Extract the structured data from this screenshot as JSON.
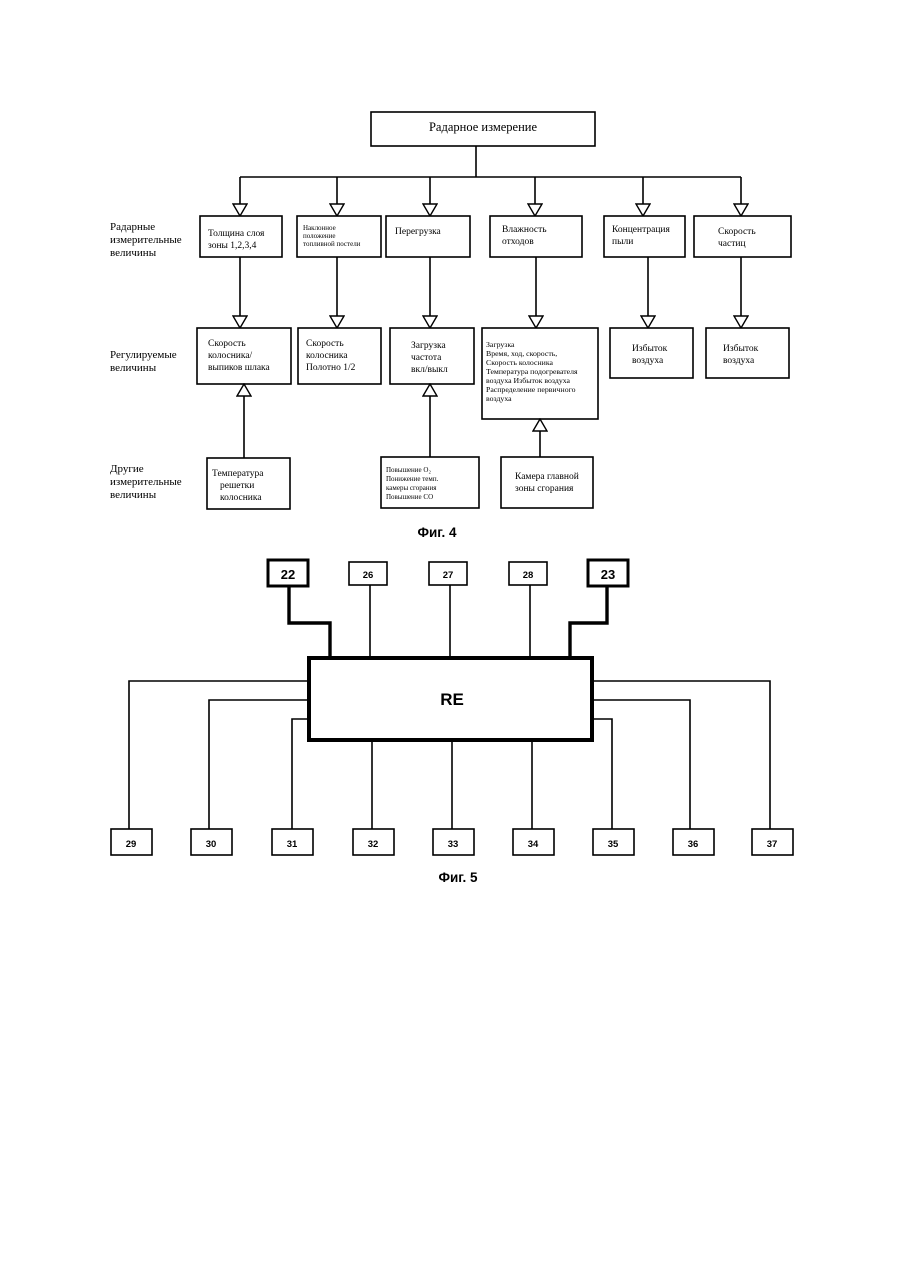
{
  "fig4": {
    "top": "Радарное измерение",
    "row_labels": [
      [
        "Радарные",
        "измерительные",
        "величины"
      ],
      [
        "Регулируемые",
        "величины"
      ],
      [
        "Другие",
        "измерительные",
        "величины"
      ]
    ],
    "radar": [
      [
        "Толщина слоя",
        "зоны 1,2,3,4"
      ],
      [
        "Наклонное",
        "положение",
        "топливной постели"
      ],
      [
        "Перегрузка"
      ],
      [
        "Влажность",
        "отходов"
      ],
      [
        "Концентрация",
        "пыли"
      ],
      [
        "Скорость",
        "частиц"
      ]
    ],
    "regulated": [
      [
        "Скорость",
        "колосника/",
        "выпиков шлака"
      ],
      [
        "Скорость",
        "колосника",
        "Полотно 1/2"
      ],
      [
        "Загрузка",
        "частота",
        "вкл/выкл"
      ],
      [
        "Загрузка",
        "Время, ход, скорость,",
        "Скорость колосника",
        "Температура подогревателя",
        "воздуха Избыток воздуха",
        "Распределение первичного",
        "воздуха"
      ],
      [
        "Избыток",
        "воздуха"
      ],
      [
        "Избыток",
        "воздуха"
      ]
    ],
    "other": [
      [
        "Температура",
        "решетки",
        "колосника"
      ],
      [
        "Повышение O₂",
        "Понижение темп.",
        "камеры сгорания",
        "Повышение CO"
      ],
      [
        "Камера главной",
        "зоны сгорания"
      ]
    ],
    "caption": "Фиг. 4"
  },
  "fig5": {
    "center": "RE",
    "top_bold": [
      "22",
      "23"
    ],
    "top": [
      "26",
      "27",
      "28"
    ],
    "bottom": [
      "29",
      "30",
      "31",
      "32",
      "33",
      "34",
      "35",
      "36",
      "37"
    ],
    "caption": "Фиг. 5"
  }
}
